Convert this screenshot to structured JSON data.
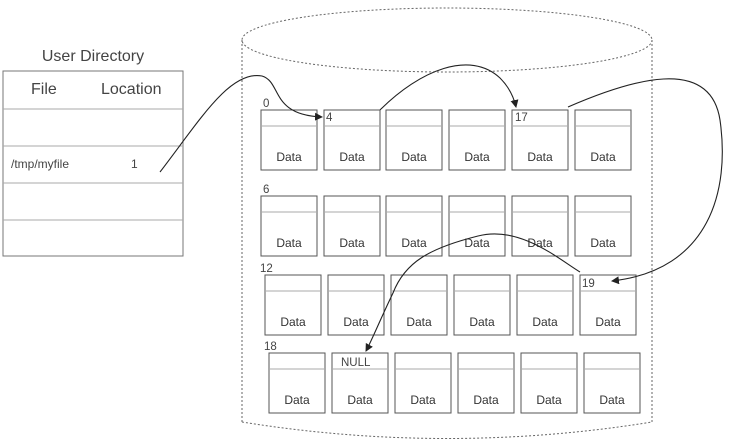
{
  "directory": {
    "title": "User Directory",
    "headers": {
      "file": "File",
      "location": "Location"
    },
    "entry": {
      "file": "/tmp/myfile",
      "location": "1"
    }
  },
  "disk": {
    "block_text": "Data",
    "null_text": "NULL",
    "row_labels": [
      "0",
      "6",
      "12",
      "18"
    ],
    "chain_labels": [
      "4",
      "17",
      "19"
    ]
  },
  "colors": {
    "line": "#555555",
    "text": "#333333",
    "dotted": "#666666"
  }
}
